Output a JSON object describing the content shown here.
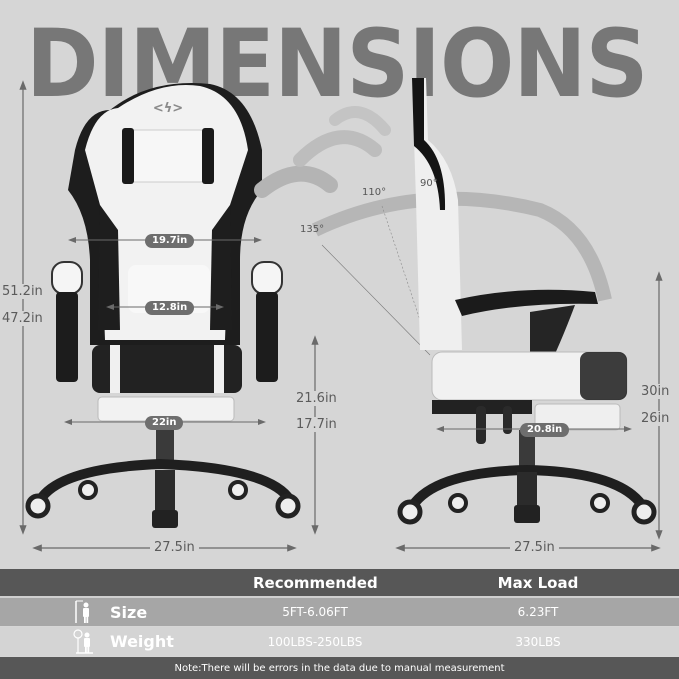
{
  "header": {
    "title": "DIMENSIONS"
  },
  "front_view": {
    "total_height_max": "51.2in",
    "total_height_min": "47.2in",
    "backrest_width": "19.7in",
    "lumbar_width": "12.8in",
    "seat_width": "22in",
    "seat_height_max": "21.6in",
    "seat_height_min": "17.7in",
    "base_width": "27.5in"
  },
  "side_view": {
    "recline_angles": [
      "135°",
      "110°",
      "90°"
    ],
    "armrest_height_max": "30in",
    "armrest_height_min": "26in",
    "seat_depth": "20.8in",
    "base_width": "27.5in"
  },
  "spec_table": {
    "columns": [
      "",
      "Recommended",
      "Max Load"
    ],
    "rows": [
      {
        "icon": "height-person-icon",
        "label": "Size",
        "recommended": "5FT-6.06FT",
        "max_load": "6.23FT"
      },
      {
        "icon": "weight-person-icon",
        "label": "Weight",
        "recommended": "100LBS-250LBS",
        "max_load": "330LBS"
      }
    ],
    "note": "Note:There will be errors in the data due to manual measurement"
  },
  "colors": {
    "background": "#d6d6d6",
    "title": "#777777",
    "table_dark": "#575757",
    "table_mid": "#a6a6a6",
    "table_light": "#d4d4d4"
  }
}
